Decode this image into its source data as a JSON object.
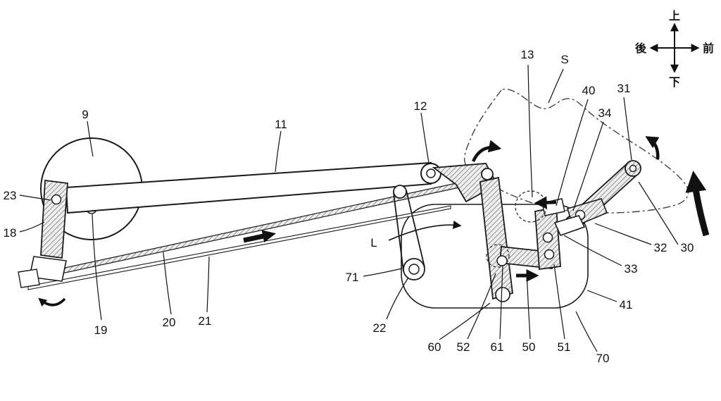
{
  "figure": {
    "kind": "patent-linkage-diagram",
    "background": "#ffffff",
    "line_color": "#1a1a1a",
    "hatch_color": "#8f8f8f",
    "phantom_color": "#444444"
  },
  "compass": {
    "up": "上",
    "down": "下",
    "rear": "後",
    "front": "前"
  },
  "labels": {
    "l9": "9",
    "l11": "11",
    "l12": "12",
    "l13": "13",
    "lS": "S",
    "l40": "40",
    "l34": "34",
    "l31": "31",
    "l23": "23",
    "l18": "18",
    "l19": "19",
    "l20": "20",
    "l21": "21",
    "l22": "22",
    "l71": "71",
    "lL": "L",
    "l60": "60",
    "l52": "52",
    "l61": "61",
    "l50": "50",
    "l51": "51",
    "l70": "70",
    "l41": "41",
    "l33": "33",
    "l32": "32",
    "l30": "30"
  }
}
